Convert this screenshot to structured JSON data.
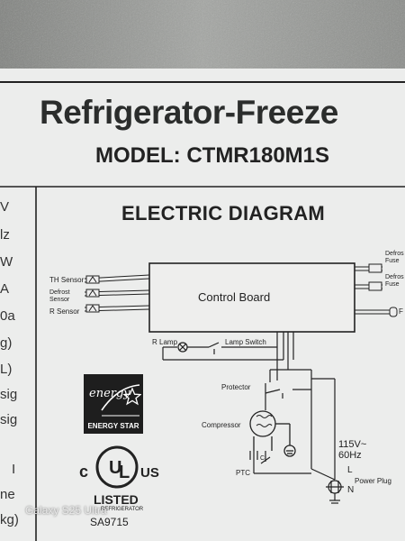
{
  "title": "Refrigerator-Freeze",
  "model": "MODEL: CTMR180M1S",
  "diagram_heading": "ELECTRIC DIAGRAM",
  "spec_fragments": [
    "V",
    "lz",
    "W",
    "A",
    "0a",
    "g)",
    "L)",
    "sig",
    "sig",
    "I",
    "ne",
    "kg)"
  ],
  "diagram_labels": {
    "th_sensor": "TH Sensor",
    "defrost_sensor_line1": "Defrost",
    "defrost_sensor_line2": "Sensor",
    "r_sensor": "R Sensor",
    "control_board": "Control Board",
    "defrost_fuse_1_line1": "Defros",
    "defrost_fuse_1_line2": "Fuse",
    "defrost_fuse_2_line1": "Defros",
    "defrost_fuse_2_line2": "Fuse",
    "right_edge_char": "F",
    "r_lamp": "R Lamp",
    "lamp_switch": "Lamp Switch",
    "protector": "Protector",
    "compressor": "Compressor",
    "ptc": "PTC",
    "c": "C",
    "voltage_line1": "115V~",
    "voltage_line2": "60Hz",
    "l": "L",
    "n": "N",
    "power_plug": "Power Plug"
  },
  "energy_star": {
    "script": "energy",
    "text": "ENERGY STAR"
  },
  "ul_mark": {
    "c": "c",
    "us": "US",
    "listed": "LISTED",
    "category": "REFRIGERATOR",
    "code": "SA9715"
  },
  "watermark": "Galaxy S25 Ultra",
  "colors": {
    "sheet": "#ecedec",
    "ink": "#222222",
    "texture": "#8d8f8c"
  }
}
